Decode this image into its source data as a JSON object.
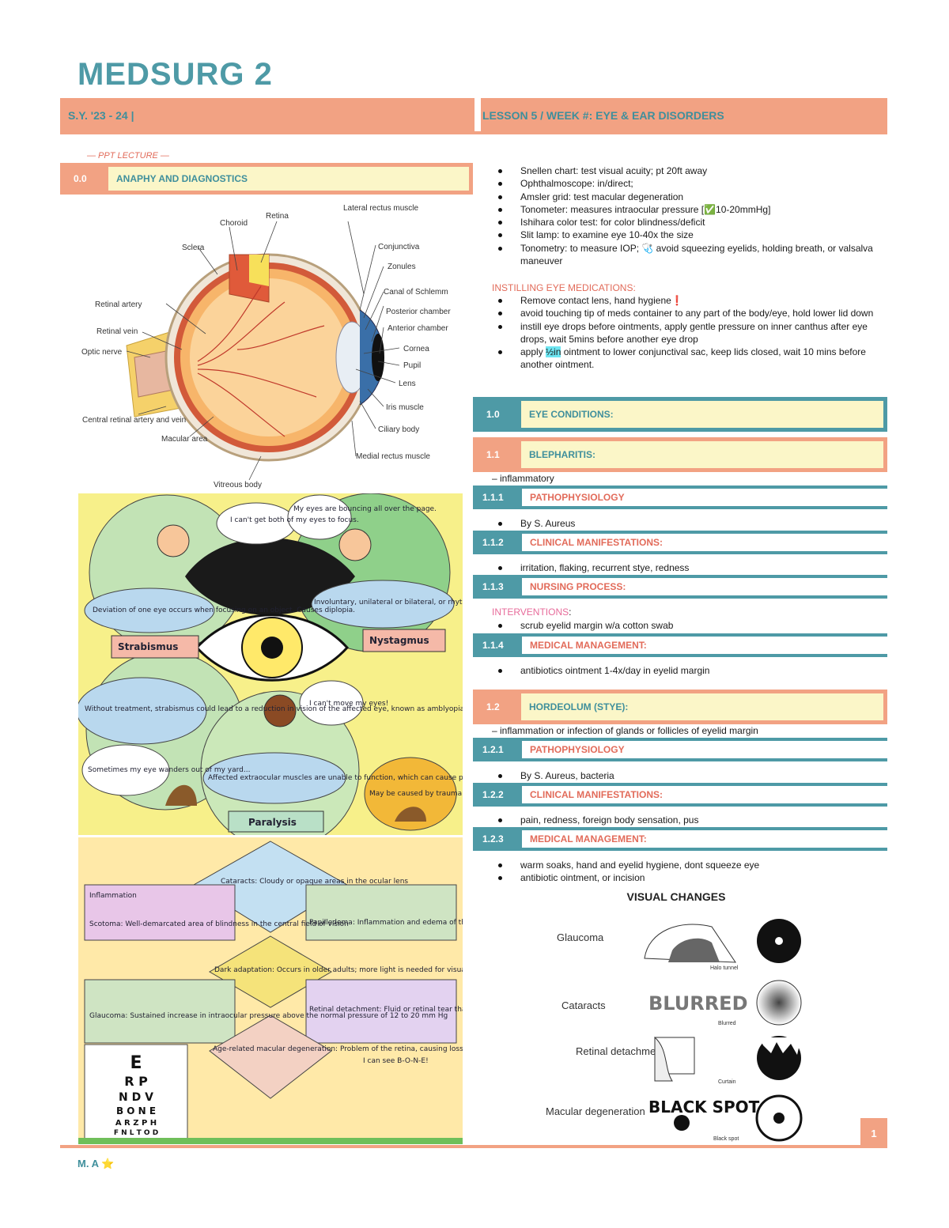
{
  "header": {
    "title": "MEDSURG 2",
    "school_year": "S.Y. '23 - 24  |",
    "lesson": "LESSON 5 / WEEK #: EYE & EAR DISORDERS"
  },
  "ppt_label": "— PPT LECTURE —",
  "section0": {
    "num": "0.0",
    "label": "ANAPHY AND DIAGNOSTICS"
  },
  "eye_diagram": {
    "labels": [
      "Lateral rectus muscle",
      "Choroid",
      "Retina",
      "Sclera",
      "Conjunctiva",
      "Zonules",
      "Canal of Schlemm",
      "Retinal artery",
      "Posterior chamber",
      "Anterior chamber",
      "Retinal vein",
      "Cornea",
      "Optic nerve",
      "Pupil",
      "Lens",
      "Iris muscle",
      "Central retinal artery and vein",
      "Ciliary body",
      "Macular area",
      "Medial rectus muscle",
      "Vitreous body"
    ]
  },
  "comic1": {
    "bubbles": [
      "I can't get both of my eyes to focus.",
      "My eyes are bouncing all over the page.",
      "Deviation of one eye occurs when focusing on an object. Causes diplopia.",
      "Involuntary, unilateral or bilateral, or rhythmic eye movement may occur when at rest or with use.",
      "Strabismus",
      "Nystagmus",
      "Without treatment, strabismus could lead to a reduction in vision of the affected eye, known as amblyopia.",
      "I can't move my eyes!",
      "Sometimes my eye wanders out of my yard...",
      "Affected extraocular muscles are unable to function, which can cause ptosis and diplopia.",
      "May be caused by trauma to cranial nerves or chronic conditions such as diabetes and myasthenia gravis.",
      "Paralysis"
    ]
  },
  "comic2": {
    "texts": [
      "Cataracts: Cloudy or opaque areas in the ocular lens",
      "Inflammation",
      "Scotoma: Well-demarcated area of blindness in the central field of vision",
      "Papilledema: Inflammation and edema of the optic nerve where it enters into the eyeball",
      "Dark adaptation: Occurs in older adults; more light is needed for visual acuity",
      "Glaucoma: Sustained increase in intraocular pressure above the normal pressure of 12 to 20 mm Hg",
      "Retinal detachment: Fluid or retinal tear that separates the retina from the choroid, decreasing the blood supply to the retina",
      "Age-related macular degeneration: Problem of the retina, causing loss of central vision in people over 60 years old",
      "I can see B-O-N-E!"
    ],
    "chart_rows": [
      "E",
      "R P",
      "N D V",
      "B O N E",
      "A R Z P H",
      "F N L T O D"
    ]
  },
  "diagnostics": [
    "Snellen chart: test visual acuity; pt 20ft away",
    "Ophthalmoscope: in/direct;",
    "Amsler grid: test macular degeneration",
    "Tonometer: measures intraocular pressure [✅10-20mmHg]",
    "Ishihara color test: for color blindness/deficit",
    "Slit lamp: to examine eye 10-40x the size",
    "Tonometry: to measure IOP; 🩺 avoid squeezing eyelids, holding breath, or valsalva maneuver"
  ],
  "instilling": {
    "heading": "INSTILLING EYE MEDICATIONS:",
    "items": [
      "Remove contact lens, hand hygiene❗",
      "avoid touching tip of meds container to any part of the body/eye, hold lower lid down",
      "instill eye drops before ointments, apply gentle pressure on inner canthus after eye drops, wait 5mins before another eye drop"
    ],
    "last_pre": "apply ",
    "last_hl": "½in",
    "last_post": " ointment to lower conjunctival sac, keep lids closed, wait 10 mins before another ointment."
  },
  "section1": {
    "num": "1.0",
    "label": "EYE CONDITIONS:"
  },
  "blepharitis": {
    "num": "1.1",
    "label": "BLEPHARITIS:",
    "desc": "– inflammatory",
    "patho": {
      "num": "1.1.1",
      "label": "PATHOPHYSIOLOGY",
      "item": "By S. Aureus"
    },
    "clin": {
      "num": "1.1.2",
      "label": "CLINICAL MANIFESTATIONS:",
      "item": "irritation, flaking, recurrent stye, redness"
    },
    "nursing": {
      "num": "1.1.3",
      "label": "NURSING PROCESS:",
      "interventions": "INTERVENTIONS",
      "colon": ":",
      "item": "scrub eyelid margin w/a cotton swab"
    },
    "medical": {
      "num": "1.1.4",
      "label": "MEDICAL MANAGEMENT:",
      "item": "antibiotics ointment 1-4x/day in eyelid margin"
    }
  },
  "hordeolum": {
    "num": "1.2",
    "label": "HORDEOLUM (STYE):",
    "desc": "–  inflammation or infection of glands or follicles of eyelid margin",
    "patho": {
      "num": "1.2.1",
      "label": "PATHOPHYSIOLOGY",
      "item": "By S. Aureus, bacteria"
    },
    "clin": {
      "num": "1.2.2",
      "label": "CLINICAL MANIFESTATIONS:",
      "item": "pain, redness, foreign body sensation, pus"
    },
    "medical": {
      "num": "1.2.3",
      "label": "MEDICAL MANAGEMENT:",
      "items": [
        "warm soaks, hand and eyelid hygiene, dont squeeze eye",
        "antibiotic ointment, or incision"
      ]
    }
  },
  "visual_changes": {
    "title": "VISUAL CHANGES",
    "rows": [
      {
        "condition": "Glaucoma",
        "caption": "Halo tunnel",
        "word": ""
      },
      {
        "condition": "Cataracts",
        "caption": "Blurred",
        "word": "BLURRED"
      },
      {
        "condition": "Retinal detachment",
        "caption": "Curtain",
        "word": ""
      },
      {
        "condition": "Macular degeneration",
        "caption": "Black spot",
        "word": "BLACK SPOT"
      }
    ]
  },
  "footer": {
    "author": "M. A ⭐",
    "page": "1"
  },
  "colors": {
    "teal": "#4e9aa6",
    "salmon": "#f2a283",
    "yellow_fill": "#fbf6c8",
    "red_text": "#e26b5a"
  }
}
